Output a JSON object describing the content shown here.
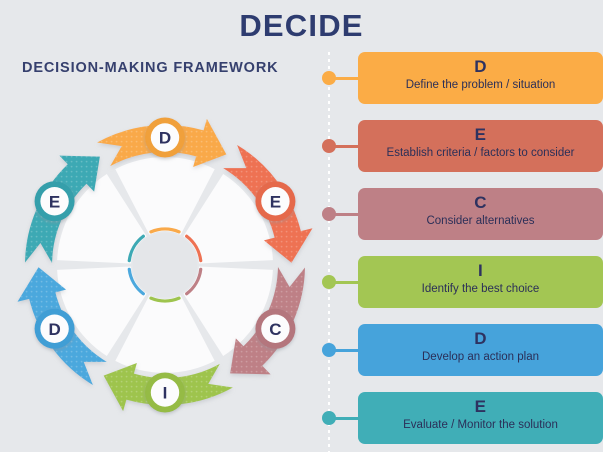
{
  "header": {
    "title": "DECIDE"
  },
  "left_panel": {
    "subtitle": "DECISION-MAKING FRAMEWORK",
    "wheel": {
      "segments": [
        {
          "letter": "D",
          "color": "#F9A94A",
          "ring": "#F0A03A",
          "position": "top"
        },
        {
          "letter": "E",
          "color": "#EE7253",
          "ring": "#E5694B",
          "position": "upper-right"
        },
        {
          "letter": "C",
          "color": "#BE8086",
          "ring": "#B4767D",
          "position": "lower-right"
        },
        {
          "letter": "I",
          "color": "#9EC44E",
          "ring": "#95BB44",
          "position": "bottom"
        },
        {
          "letter": "D",
          "color": "#4CA8DD",
          "ring": "#409ED5",
          "position": "lower-left"
        },
        {
          "letter": "E",
          "color": "#3DA9B4",
          "ring": "#349FAB",
          "position": "upper-left"
        }
      ],
      "hub_color": "#E4E6E9",
      "wedge_color": "#FBFBFC"
    }
  },
  "right_panel": {
    "steps": [
      {
        "letter": "D",
        "desc": "Define the problem / situation",
        "color": "#FBAC46"
      },
      {
        "letter": "E",
        "desc": "Establish criteria / factors to consider",
        "color": "#D4705B"
      },
      {
        "letter": "C",
        "desc": "Consider alternatives",
        "color": "#BE8086"
      },
      {
        "letter": "I",
        "desc": "Identify the best choice",
        "color": "#A3C653"
      },
      {
        "letter": "D",
        "desc": "Develop an action plan",
        "color": "#46A3DB"
      },
      {
        "letter": "E",
        "desc": "Evaluate / Monitor the solution",
        "color": "#40AEB7"
      }
    ]
  },
  "theme": {
    "background": "#E6E8EB",
    "title_color": "#2E3C70",
    "text_color": "#2B2F58"
  }
}
